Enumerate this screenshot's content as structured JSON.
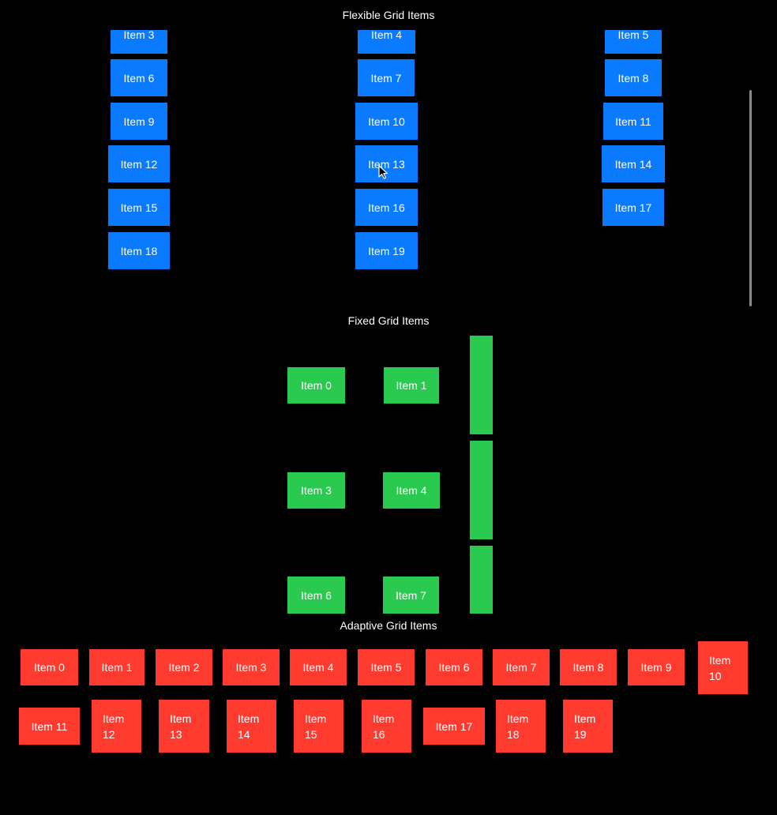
{
  "flexible": {
    "title": "Flexible Grid Items",
    "items": [
      "Item 3",
      "Item 4",
      "Item 5",
      "Item 6",
      "Item 7",
      "Item 8",
      "Item 9",
      "Item 10",
      "Item 11",
      "Item 12",
      "Item 13",
      "Item 14",
      "Item 15",
      "Item 16",
      "Item 17",
      "Item 18",
      "Item 19"
    ]
  },
  "fixed": {
    "title": "Fixed Grid Items",
    "items": [
      "Item 0",
      "Item 1",
      "Item 3",
      "Item 4",
      "Item 6",
      "Item 7"
    ]
  },
  "adaptive": {
    "title": "Adaptive Grid Items",
    "items": [
      "Item 0",
      "Item 1",
      "Item 2",
      "Item 3",
      "Item 4",
      "Item 5",
      "Item 6",
      "Item 7",
      "Item 8",
      "Item 9",
      "Item 10",
      "Item 11",
      "Item 12",
      "Item 13",
      "Item 14",
      "Item 15",
      "Item 16",
      "Item 17",
      "Item 18",
      "Item 19"
    ]
  },
  "colors": {
    "flexible": "#0a7aff",
    "fixed": "#2ac94f",
    "adaptive": "#ff3b30",
    "background": "#000000"
  },
  "icons": {
    "cursor": "mouse-pointer-icon"
  }
}
